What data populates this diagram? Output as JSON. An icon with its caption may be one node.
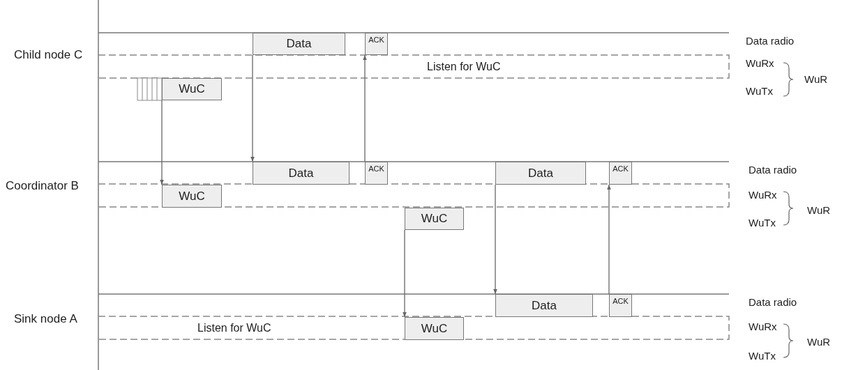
{
  "diagram": {
    "nodes": [
      {
        "text": [
          "Data"
        ]
      },
      {
        "text": [
          "ACK"
        ]
      },
      {
        "text": [
          "WuC"
        ]
      },
      {
        "text": [
          "Data"
        ]
      },
      {
        "text": [
          "ACK"
        ]
      },
      {
        "text": [
          "Data"
        ]
      },
      {
        "text": [
          "ACK"
        ]
      },
      {
        "text": [
          "WuC"
        ]
      },
      {
        "text": [
          "WuC"
        ]
      },
      {
        "text": [
          "Data"
        ]
      },
      {
        "text": [
          "ACK"
        ]
      },
      {
        "text": [
          "WuC"
        ]
      }
    ],
    "edges": [
      {
        "from": 2,
        "to": 7,
        "arrow": "to"
      },
      {
        "from": 0,
        "to": 3,
        "arrow": "to"
      },
      {
        "from": 4,
        "to": 1,
        "arrow": "to"
      },
      {
        "from": 8,
        "to": 11,
        "arrow": "to"
      },
      {
        "from": 5,
        "to": 9,
        "arrow": "to"
      },
      {
        "from": 10,
        "to": 6,
        "arrow": "to"
      }
    ],
    "labels": [
      "Child node C",
      "Listen for WuC",
      "Data radio",
      "WuRx",
      "WuR",
      "WuTx",
      "Coordinator B",
      "Data radio",
      "WuRx",
      "WuR",
      "WuTx",
      "Sink node A",
      "Listen for WuC",
      "Data radio",
      "WuRx",
      "WuR",
      "WuTx"
    ]
  }
}
